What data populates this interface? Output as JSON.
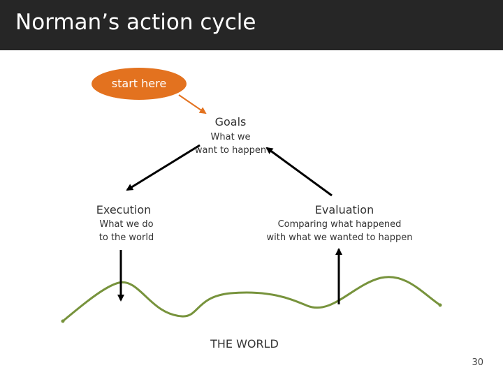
{
  "slide": {
    "title": "Norman’s action cycle",
    "page_number": "30"
  },
  "start": {
    "label": "start here"
  },
  "goals": {
    "title": "Goals",
    "line1": "What we",
    "line2": "want to happen"
  },
  "execution": {
    "title": "Execution",
    "line1": "What we do",
    "line2": "to the world"
  },
  "evaluation": {
    "title": "Evaluation",
    "line1": "Comparing what happened",
    "line2": "with what we wanted to happen"
  },
  "world": {
    "label": "THE WORLD"
  },
  "colors": {
    "title_bar": "#262626",
    "start_bubble": "#e3721f",
    "world_line": "#77933c",
    "arrow": "#000000"
  }
}
